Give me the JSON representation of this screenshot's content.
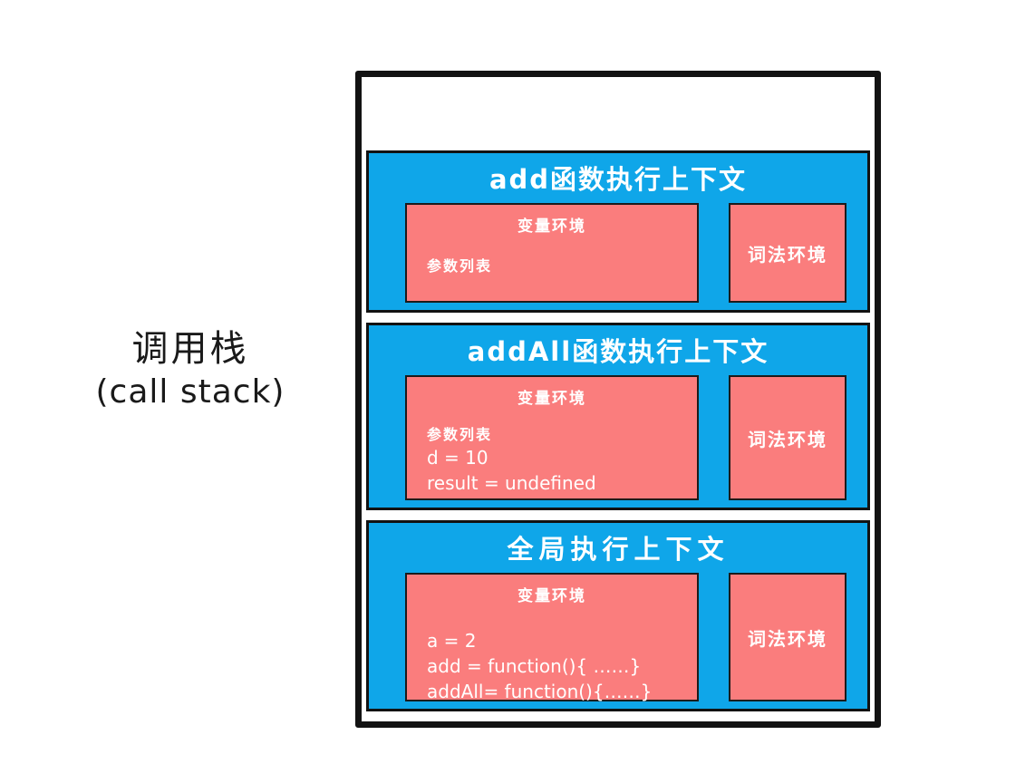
{
  "diagram": {
    "label": {
      "cn": "调用栈",
      "en": "(call stack)"
    },
    "colors": {
      "context_blue": "#0FA6E9",
      "environment_pink": "#FA7D7D",
      "outline_black": "#121212",
      "text_white": "#FFFFFF",
      "background": "#FFFFFF"
    },
    "frames": [
      {
        "id": "add",
        "title": "add函数执行上下文",
        "variable_environment": {
          "title": "变量环境",
          "lines": [
            "参数列表"
          ]
        },
        "lexical_environment": {
          "title": "词法环境"
        }
      },
      {
        "id": "addall",
        "title": "addAll函数执行上下文",
        "variable_environment": {
          "title": "变量环境",
          "lines": [
            "参数列表",
            "d = 10",
            "result = undefined"
          ]
        },
        "lexical_environment": {
          "title": "词法环境"
        }
      },
      {
        "id": "global",
        "title": "全局执行上下文",
        "variable_environment": {
          "title": "变量环境",
          "lines": [
            "a = 2",
            "add = function(){ ……}",
            "addAll= function(){……}"
          ]
        },
        "lexical_environment": {
          "title": "词法环境"
        }
      }
    ]
  }
}
